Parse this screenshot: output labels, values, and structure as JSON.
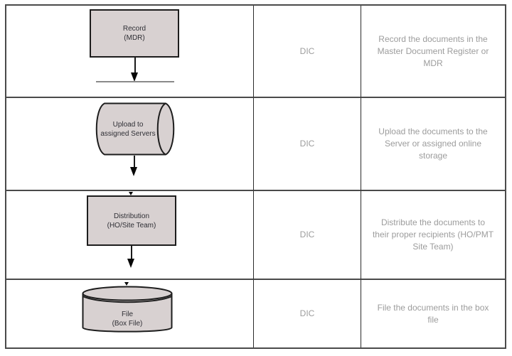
{
  "colors": {
    "shape_fill": "#d8d1d1",
    "shape_stroke": "#1d1d1d",
    "grid_line": "#4a4a4a",
    "muted_text": "#9c9c9c"
  },
  "rows": [
    {
      "shape": {
        "type": "process",
        "lines": [
          "Record",
          "(MDR)"
        ]
      },
      "actor": "DIC",
      "description": "Record the documents in the Master Document Register or MDR"
    },
    {
      "shape": {
        "type": "stored-data",
        "lines": [
          "Upload to",
          "assigned Servers"
        ]
      },
      "actor": "DIC",
      "description": "Upload the documents to the Server or assigned online storage"
    },
    {
      "shape": {
        "type": "process",
        "lines": [
          "Distribution",
          "(HO/Site Team)"
        ]
      },
      "actor": "DIC",
      "description": "Distribute the documents to their proper recipients (HO/PMT Site Team)"
    },
    {
      "shape": {
        "type": "database",
        "lines": [
          "File",
          "(Box File)"
        ]
      },
      "actor": "DIC",
      "description": "File the documents in the box file"
    }
  ]
}
